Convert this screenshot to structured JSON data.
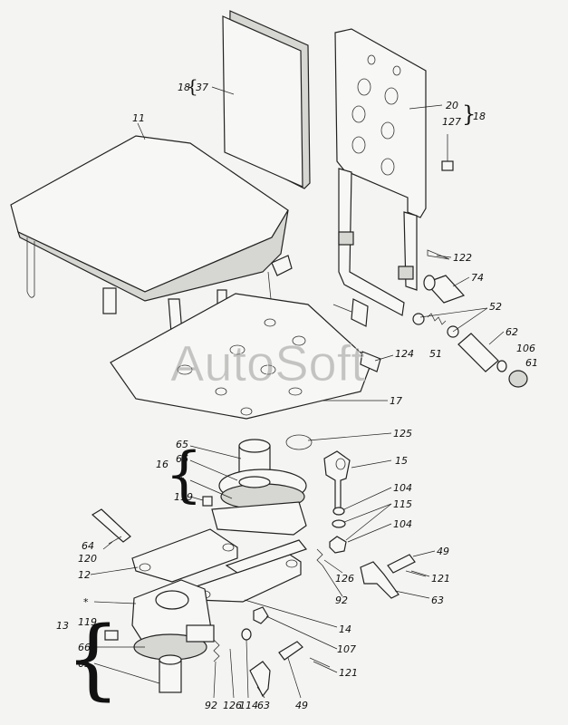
{
  "watermark": "AutoSoft",
  "callouts": {
    "c11": "11",
    "c18a": "18",
    "c37": "37",
    "c20": "20",
    "c127a": "127",
    "c18b": "18",
    "c122": "122",
    "c74": "74",
    "c52": "52",
    "c51": "51",
    "c62": "62",
    "c106": "106",
    "c61": "61",
    "c124": "124",
    "c17": "17",
    "c125": "125",
    "c65a": "65",
    "c66a": "66",
    "c16": "16",
    "star1": "*",
    "c119a": "119",
    "c15": "15",
    "c104a": "104",
    "c115": "115",
    "c104b": "104",
    "c64": "64",
    "c120": "120",
    "c49a": "49",
    "c126a": "126",
    "c121a": "121",
    "c12": "12",
    "c92a": "92",
    "c63a": "63",
    "star2": "*",
    "c14": "14",
    "c13": "13",
    "c119b": "119",
    "c107": "107",
    "c66b": "66",
    "c121b": "121",
    "c65b": "65",
    "c92b": "92",
    "c126b": "126",
    "c114": "114",
    "c63b": "63",
    "c49b": "49"
  }
}
